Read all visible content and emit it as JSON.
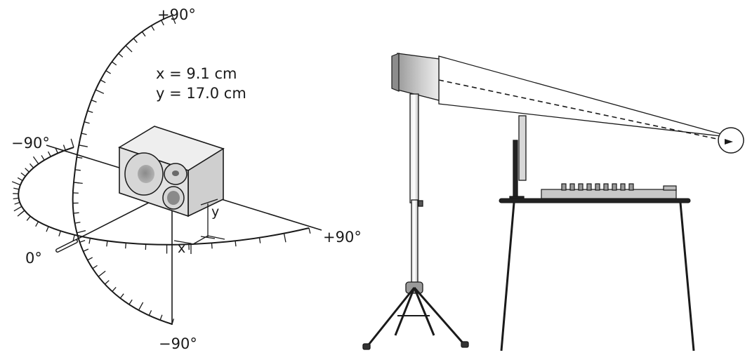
{
  "left_figure": {
    "angle_top": "+90°",
    "angle_bottom": "−90°",
    "angle_left": "−90°",
    "angle_right": "+90°",
    "angle_front": "0°",
    "measure_x": "x = 9.1 cm",
    "measure_y": "y = 17.0 cm",
    "dim_x": "x",
    "dim_y": "y"
  },
  "colors": {
    "line": "#1a1a1a",
    "speaker_body": "#d8d8d8",
    "speaker_face": "#e6e6e6",
    "beam": "#ffffff"
  }
}
